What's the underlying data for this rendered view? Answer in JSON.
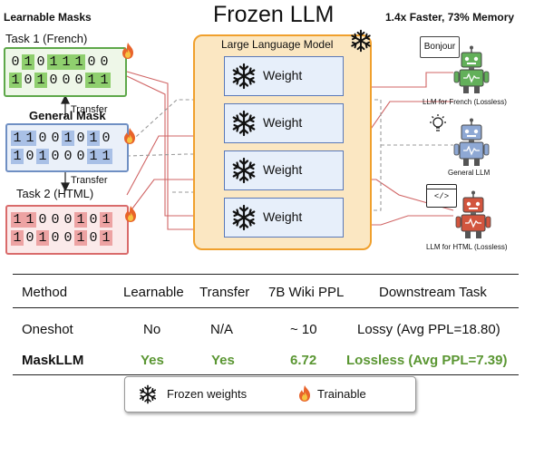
{
  "header": {
    "learnable_masks": "Learnable Masks",
    "frozen_llm": "Frozen LLM",
    "speed": "1.4x Faster, 73% Memory"
  },
  "masks": {
    "task1_title": "Task 1 (French)",
    "task1_rows": [
      "01011100",
      "10100011"
    ],
    "general_title": "General Mask",
    "general_rows": [
      "11001010",
      "10100011"
    ],
    "task2_title": "Task 2 (HTML)",
    "task2_rows": [
      "11000101",
      "10100101"
    ],
    "transfer_up": "Transfer",
    "transfer_down": "Transfer"
  },
  "llm": {
    "title": "Large Language Model",
    "weights": [
      "Weight",
      "Weight",
      "Weight",
      "Weight"
    ]
  },
  "robots": {
    "bonjour": "Bonjour",
    "french": "LLM for French (Lossless)",
    "general": "General LLM",
    "html_code": "</>",
    "html": "LLM for HTML (Lossless)"
  },
  "table": {
    "headers": [
      "Method",
      "Learnable",
      "Transfer",
      "7B Wiki PPL",
      "Downstream Task"
    ],
    "rows": [
      [
        "Oneshot",
        "No",
        "N/A",
        "~ 10",
        "Lossy (Avg PPL=18.80)"
      ],
      [
        "MaskLLM",
        "Yes",
        "Yes",
        "6.72",
        "Lossless (Avg PPL=7.39)"
      ]
    ]
  },
  "legend": {
    "frozen": "Frozen weights",
    "trainable": "Trainable"
  },
  "colors": {
    "task_green": "#5ea84a",
    "general_blue": "#6f8fc3",
    "task_red": "#d96b6b",
    "llm_orange": "#f0a02d",
    "method_green": "#5a9632"
  }
}
